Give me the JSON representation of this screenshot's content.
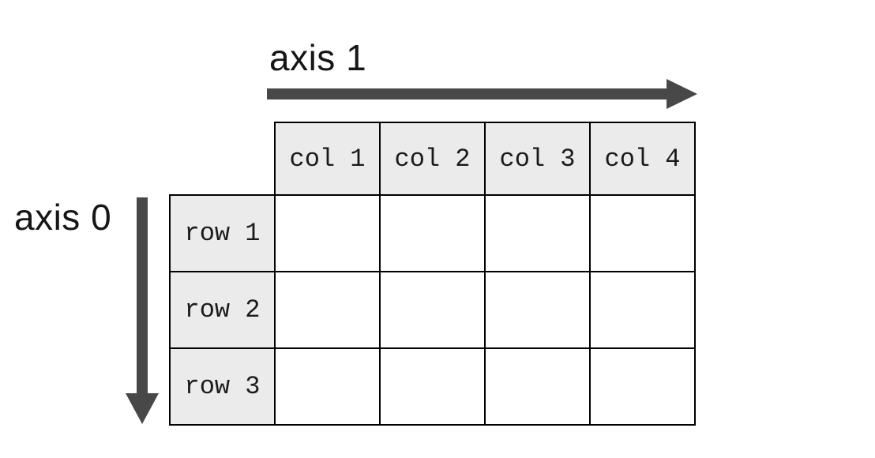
{
  "axes": {
    "axis1_label": "axis 1",
    "axis0_label": "axis 0"
  },
  "table": {
    "column_headers": [
      "col 1",
      "col 2",
      "col 3",
      "col 4"
    ],
    "row_headers": [
      "row 1",
      "row 2",
      "row 3"
    ]
  },
  "colors": {
    "arrow": "#484848",
    "header_bg": "#ebebeb",
    "border": "#000000",
    "label_text": "#161616",
    "background": "#ffffff"
  }
}
